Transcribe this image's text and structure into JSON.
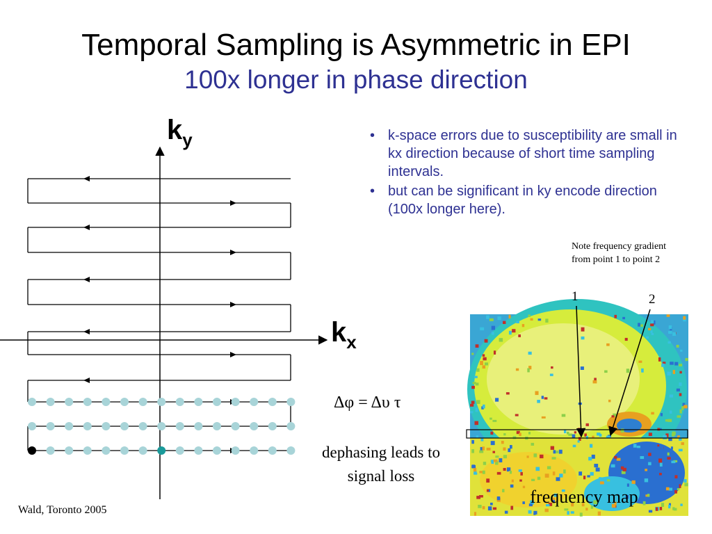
{
  "title": "Temporal Sampling is Asymmetric in EPI",
  "subtitle": "100x longer in phase direction",
  "bullets": [
    "k-space errors due to susceptibility are small in kx direction because of short time sampling intervals.",
    "but can be significant in ky encode direction (100x longer here)."
  ],
  "bullet_symbol": "•",
  "axes": {
    "ky_main": "k",
    "ky_sub": "y",
    "kx_main": "k",
    "kx_sub": "x"
  },
  "note": "Note frequency gradient from point 1 to point 2",
  "point_labels": [
    "1",
    "2"
  ],
  "equation": "Δφ = Δυ τ",
  "dephasing_text": "dephasing leads to signal loss",
  "frequency_map_label": "frequency map",
  "credit": "Wald, Toronto 2005",
  "colors": {
    "title": "#000000",
    "subtitle": "#2e3192",
    "bullets": "#2e3192",
    "sample_dot": "#a8d4d8",
    "highlight_dot": "#1a9a9a"
  }
}
